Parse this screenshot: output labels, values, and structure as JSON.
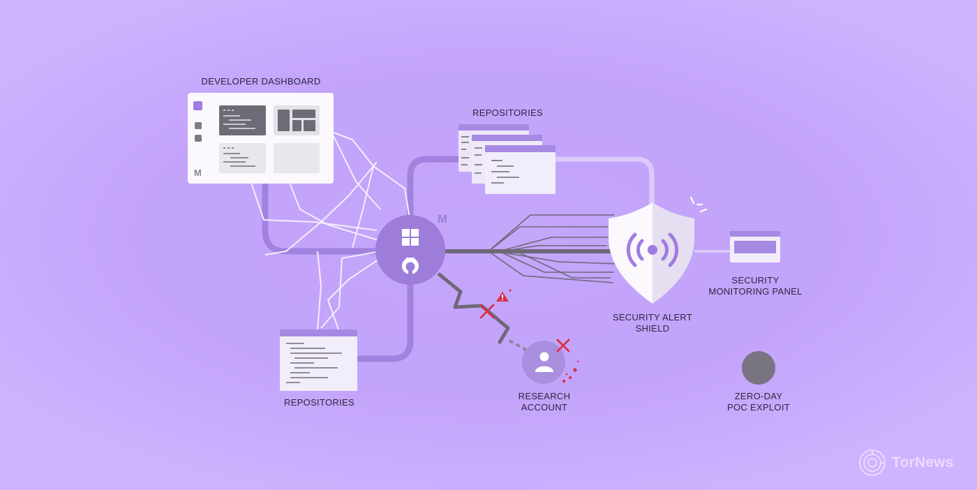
{
  "labels": {
    "developer_dashboard": "DEVELOPER DASHBOARD",
    "repositories_top": "REPOSITORIES",
    "repositories_bottom": "REPOSITORIES",
    "research_account_line1": "RESEARCH",
    "research_account_line2": "ACCOUNT",
    "shield_line1": "SECURITY ALERT",
    "shield_line2": "SHIELD",
    "monitoring_line1": "SECURITY",
    "monitoring_line2": "MONITORING PANEL",
    "zero_day_line1": "ZERO-DAY",
    "zero_day_line2": "POC EXPLOIT",
    "m_mark": "M",
    "dashboard_m": "M"
  },
  "brand": {
    "name": "TorNews"
  },
  "icons": {
    "hub_top": "windows-logo-icon",
    "hub_bottom": "github-logo-icon",
    "shield": "broadcast-signal-icon",
    "account": "user-icon",
    "warning": "warning-triangle-icon",
    "error": "red-x-icon"
  },
  "colors": {
    "background": "#c4a6fb",
    "connector": "#a484e0",
    "hub": "#9b7bd8",
    "danger": "#d8314a",
    "shield_icon": "#a07be0",
    "dark_line": "#6e6878"
  }
}
